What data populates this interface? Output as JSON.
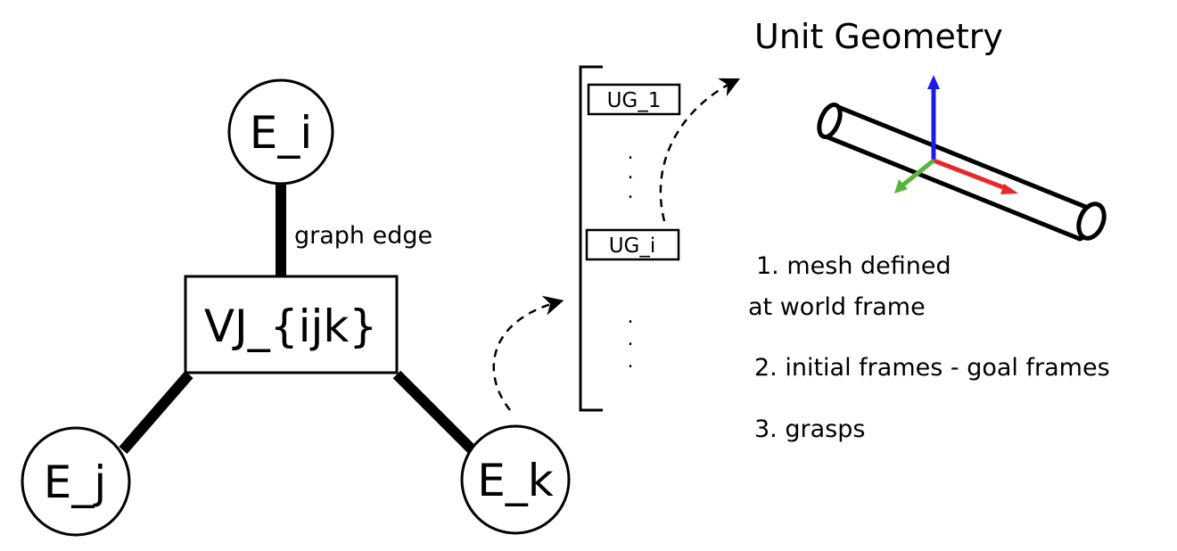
{
  "graph": {
    "node_top": "E_i",
    "node_left": "E_j",
    "node_right": "E_k",
    "joint": "VJ_{ijk}",
    "edge_label": "graph edge"
  },
  "list": {
    "item_first": "UG_1",
    "item_i": "UG_i",
    "ellipsis": "."
  },
  "unit_geometry": {
    "title": "Unit Geometry",
    "notes": [
      "1. mesh defined",
      "at world frame",
      "2. initial frames - goal frames",
      "3. grasps"
    ],
    "axis_colors": {
      "x": "#e8282b",
      "y": "#5ab43c",
      "z": "#1c1ce6"
    }
  }
}
